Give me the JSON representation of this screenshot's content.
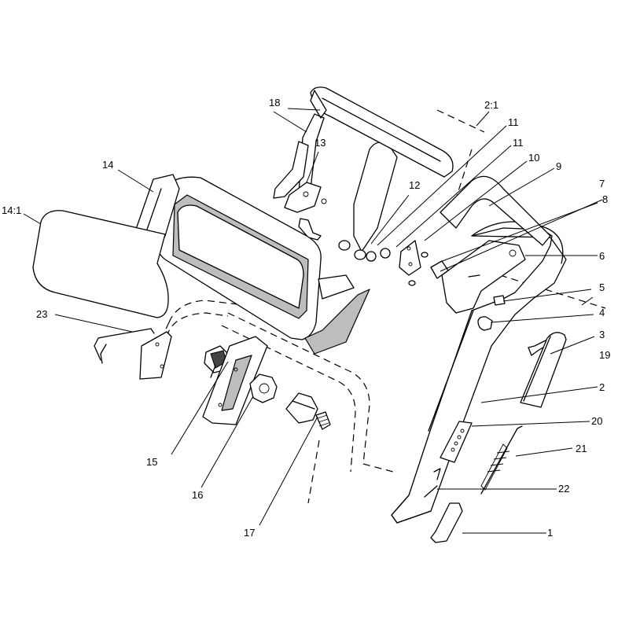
{
  "callouts": [
    {
      "id": "1",
      "text": "1"
    },
    {
      "id": "2",
      "text": "2"
    },
    {
      "id": "2_1",
      "text": "2:1"
    },
    {
      "id": "3",
      "text": "3"
    },
    {
      "id": "4",
      "text": "4"
    },
    {
      "id": "5",
      "text": "5"
    },
    {
      "id": "6",
      "text": "6"
    },
    {
      "id": "7",
      "text": "7"
    },
    {
      "id": "8",
      "text": "8"
    },
    {
      "id": "9",
      "text": "9"
    },
    {
      "id": "10",
      "text": "10"
    },
    {
      "id": "11a",
      "text": "11"
    },
    {
      "id": "11b",
      "text": "11"
    },
    {
      "id": "12",
      "text": "12"
    },
    {
      "id": "13",
      "text": "13"
    },
    {
      "id": "14",
      "text": "14"
    },
    {
      "id": "14_1",
      "text": "14:1"
    },
    {
      "id": "15",
      "text": "15"
    },
    {
      "id": "16",
      "text": "16"
    },
    {
      "id": "17",
      "text": "17"
    },
    {
      "id": "18",
      "text": "18"
    },
    {
      "id": "19",
      "text": "19"
    },
    {
      "id": "20",
      "text": "20"
    },
    {
      "id": "21",
      "text": "21"
    },
    {
      "id": "22",
      "text": "22"
    },
    {
      "id": "23",
      "text": "23"
    }
  ]
}
